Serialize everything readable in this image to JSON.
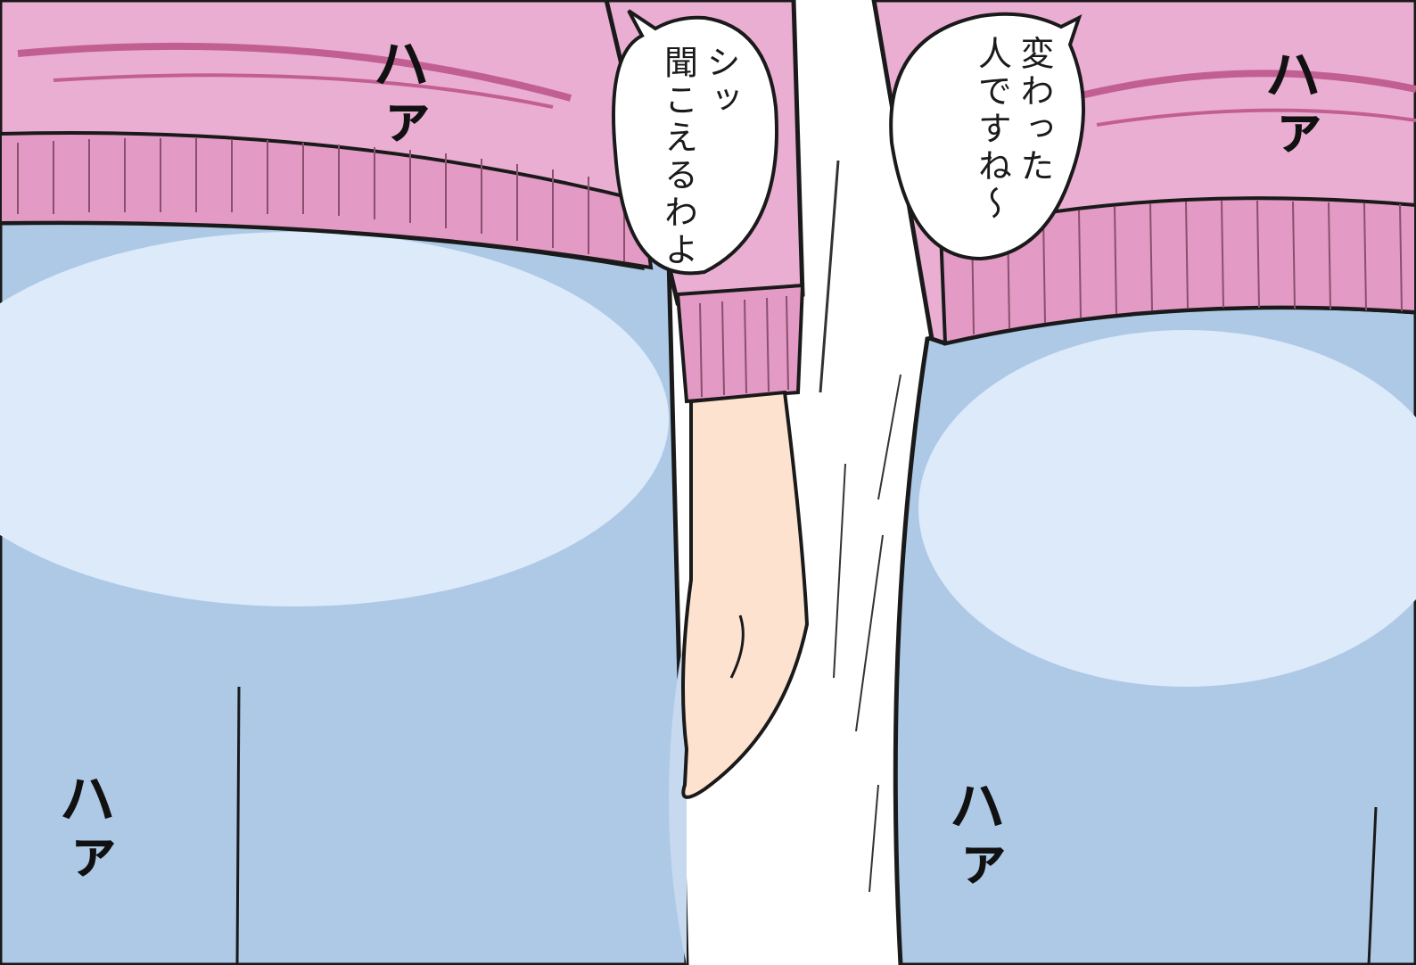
{
  "speech": {
    "right_bubble": {
      "line1": "変わった",
      "line2": "人ですね〜"
    },
    "left_bubble": {
      "line1": "シッ",
      "line2": "聞こえるわよ"
    }
  },
  "sfx": {
    "top_left": "ハァ",
    "top_right": "ハァ",
    "bottom_left": "ハァ",
    "bottom_right": "ハァ"
  },
  "colors": {
    "sweater": "#ebaed3",
    "sweater_shadow": "#d987b2",
    "jeans": "#aec9e6",
    "jeans_light": "#dceafa",
    "skin": "#fde3cf",
    "outline": "#1a1a1a"
  }
}
